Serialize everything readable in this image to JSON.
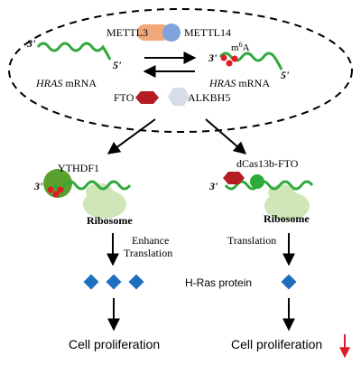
{
  "enzymes": {
    "writer1": "METTL3",
    "writer2": "METTL14",
    "eraser1": "FTO",
    "eraser2": "ALKBH5"
  },
  "mrna_left": {
    "end3": "3'",
    "end5": "5'",
    "gene": "HRAS",
    "suffix": " mRNA"
  },
  "mrna_right": {
    "end3": "3'",
    "end5": "5'",
    "gene": "HRAS",
    "suffix": " mRNA",
    "mod_base": "m",
    "mod_sup": "6",
    "mod_letter": "A"
  },
  "left_branch": {
    "reader": "YTHDF1",
    "end3": "3'",
    "ribosome": "Ribosome",
    "process_line1": "Enhance",
    "process_line2": "Translation",
    "outcome": "Cell proliferation"
  },
  "right_branch": {
    "editor": "dCas13b-FTO",
    "end3": "3'",
    "ribosome": "Ribosome",
    "process": "Translation",
    "outcome": "Cell proliferation"
  },
  "center_label": "H-Ras protein",
  "colors": {
    "mrna": "#2eaa3c",
    "m6a_dot": "#e01b24",
    "protein": "#1f6fbf",
    "ribosome": "#cfe6b8",
    "ythdf1": "#5aa02c",
    "fto": "#b51c24",
    "alkbh5": "#d6dde6",
    "mettl3": "#f0a77a",
    "mettl14": "#7fa3dd",
    "down_arrow": "#e01b24"
  },
  "icons": {
    "protein_marker": "diamond",
    "decrease_marker": "down-arrow"
  }
}
